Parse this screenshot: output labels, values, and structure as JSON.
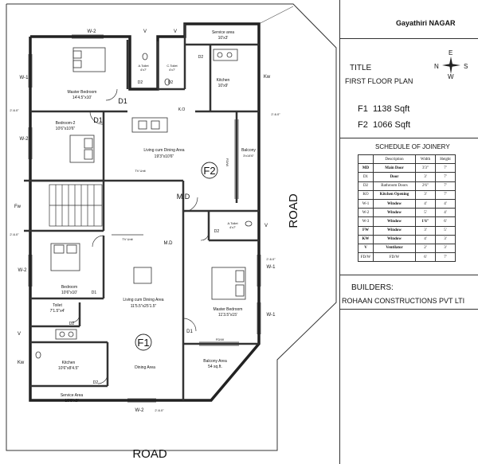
{
  "project": "Gayathiri NAGAR",
  "title_label": "TITLE",
  "plan_name": "FIRST FLOOR PLAN",
  "compass": {
    "n": "N",
    "e": "E",
    "s": "S",
    "w": "W"
  },
  "areas": [
    {
      "label": "F1",
      "value": "1138 Sqft"
    },
    {
      "label": "F2",
      "value": "1066 Sqft"
    }
  ],
  "schedule": {
    "title": "SCHEDULE OF JOINERY",
    "headers": [
      "Description",
      "Width",
      "Height"
    ],
    "rows": [
      {
        "code": "MD",
        "desc": "Main Door",
        "w": "3'3\"",
        "h": "7'"
      },
      {
        "code": "D1",
        "desc": "Door",
        "w": "3'",
        "h": "7'"
      },
      {
        "code": "D2",
        "desc": "Bathroom Doors",
        "w": "2'6\"",
        "h": "7'"
      },
      {
        "code": "KO",
        "desc": "Kitchen Opening",
        "w": "3'",
        "h": "7'"
      },
      {
        "code": "W-1",
        "desc": "Window",
        "w": "4'",
        "h": "4'"
      },
      {
        "code": "W-2",
        "desc": "Window",
        "w": "5'",
        "h": "4'"
      },
      {
        "code": "W-3",
        "desc": "Window",
        "w": "1'6\"",
        "h": "6'"
      },
      {
        "code": "FW",
        "desc": "Window",
        "w": "3'",
        "h": "5'"
      },
      {
        "code": "KW",
        "desc": "Window",
        "w": "4'",
        "h": "3'"
      },
      {
        "code": "V",
        "desc": "Ventilator",
        "w": "2'",
        "h": "3'"
      },
      {
        "code": "FD/W",
        "desc": "FD/W",
        "w": "6'",
        "h": "7'"
      }
    ]
  },
  "builders_label": "BUILDERS:",
  "builder_name": "ROHAAN CONSTRUCTIONS PVT LTI",
  "road_labels": [
    "ROAD",
    "ROAD"
  ],
  "rooms": {
    "master_bed_f2": {
      "name": "Master Bedroom",
      "size": "14'4.5\"x10'"
    },
    "a_toilet_f2": {
      "name": "A.Toilet",
      "size": "4'x7'"
    },
    "c_toilet_f2": {
      "name": "C.Toilet",
      "size": "4'x7'"
    },
    "service_f2": {
      "name": "Service area",
      "size": "10'x3'"
    },
    "kitchen_f2": {
      "name": "Kitchen",
      "size": "10'x9'"
    },
    "bedroom2_f2": {
      "name": "Bedroom-2",
      "size": "10'6\"x10'6\""
    },
    "living_f2": {
      "name": "Living cum Dining Area",
      "size": "19'3\"x10'6\""
    },
    "balcony_f2": {
      "name": "Balcony",
      "size": "3'x14'6\""
    },
    "tv_unit": "TV Unit",
    "a_toilet_f1": {
      "name": "A.Toilet",
      "size": "4'x7'"
    },
    "bedroom_f1": {
      "name": "Bedroom",
      "size": "10'6\"x10'"
    },
    "toilet_f1": {
      "name": "Toilet",
      "size": "7'1.5\"x4'"
    },
    "living_f1": {
      "name": "Living cum Dining Area",
      "size": "11'5.5\"x25'1.5\""
    },
    "master_bed_f1": {
      "name": "Master Bedroom",
      "size": "11'3.5\"x15'"
    },
    "kitchen_f1": {
      "name": "Kitchen",
      "size": "10'6\"x8'4.5\""
    },
    "dining_f1": "Dining Area",
    "balcony_f1": {
      "name": "Balcony Area",
      "size": "54 sq.ft."
    },
    "service_f1": {
      "name": "Service Area",
      "size": "10'6\"x3'"
    }
  },
  "tags": {
    "w2": "W-2",
    "w1": "W-1",
    "v": "V",
    "kw": "Kw",
    "fw": "Fw",
    "d1": "D1",
    "d2": "D2",
    "ko": "K.O",
    "md": "M.D",
    "fdw": "FD/W",
    "f1": "F1",
    "f2": "F2",
    "dim": "2'-6.0\""
  }
}
